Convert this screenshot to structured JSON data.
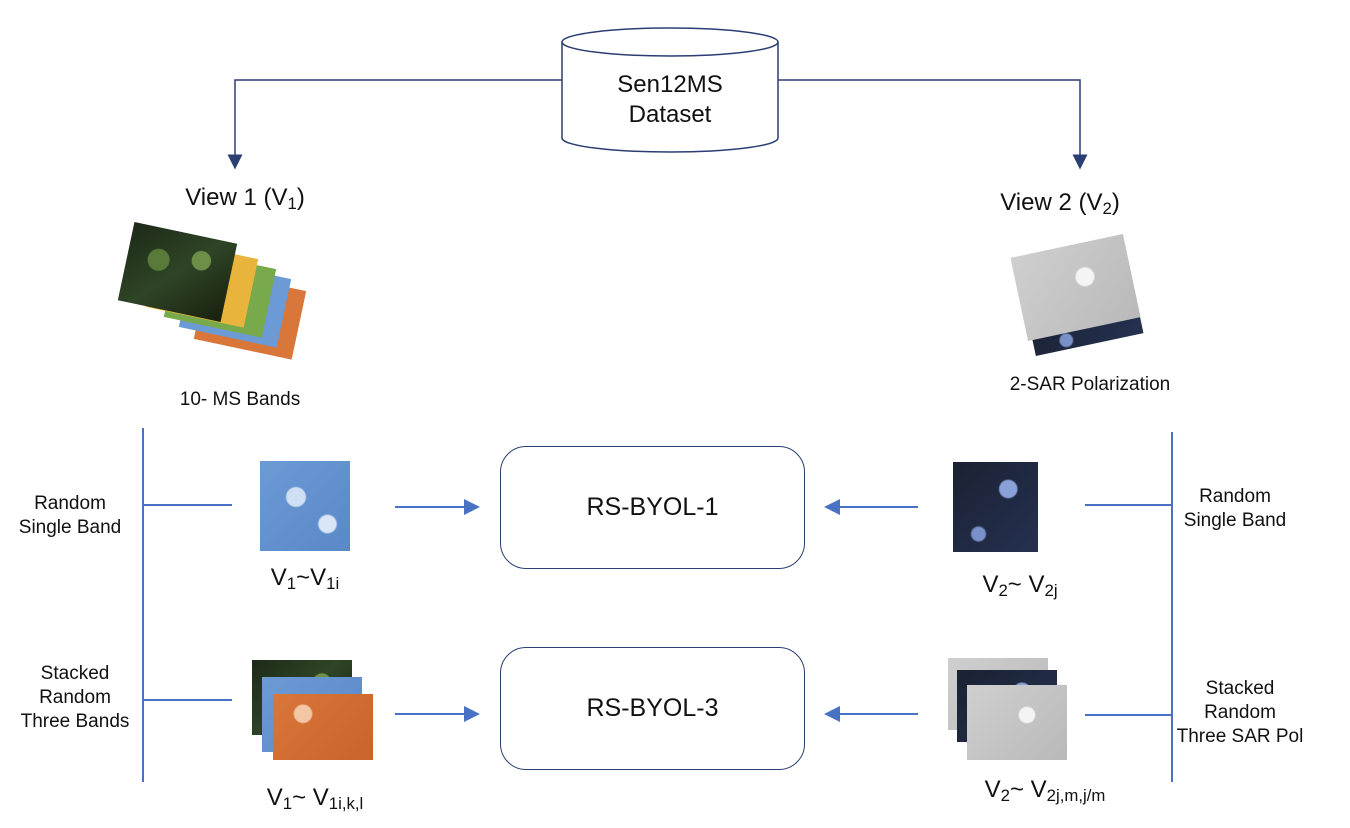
{
  "dataset": {
    "line1": "Sen12MS",
    "line2": "Dataset"
  },
  "view1": {
    "label": "View 1 (V",
    "sub": "1",
    "close": ")",
    "caption": "10- MS Bands"
  },
  "view2": {
    "label": "View 2 (V",
    "sub": "2",
    "close": ")",
    "caption": "2-SAR Polarization"
  },
  "left": {
    "single_line1": "Random",
    "single_line2": "Single Band",
    "stacked_line1": "Stacked",
    "stacked_line2": "Random",
    "stacked_line3": "Three Bands"
  },
  "right": {
    "single_line1": "Random",
    "single_line2": "Single Band",
    "stacked_line1": "Stacked",
    "stacked_line2": "Random",
    "stacked_line3": "Three SAR Pol"
  },
  "models": {
    "m1": "RS-BYOL-1",
    "m3": "RS-BYOL-3"
  },
  "labels": {
    "v1_single": {
      "a": "V",
      "a_sub": "1",
      "b": "~V",
      "b_sub": "1i"
    },
    "v1_stack": {
      "a": "V",
      "a_sub": "1",
      "b": "~ V",
      "b_sub": "1i,k,l"
    },
    "v2_single": {
      "a": "V",
      "a_sub": "2",
      "b": "~ V",
      "b_sub": "2j"
    },
    "v2_stack": {
      "a": "V",
      "a_sub": "2",
      "b": "~ V",
      "b_sub": "2j,m,j/m"
    }
  },
  "colors": {
    "line": "#4a72c4",
    "dark": "#2b3e73"
  }
}
